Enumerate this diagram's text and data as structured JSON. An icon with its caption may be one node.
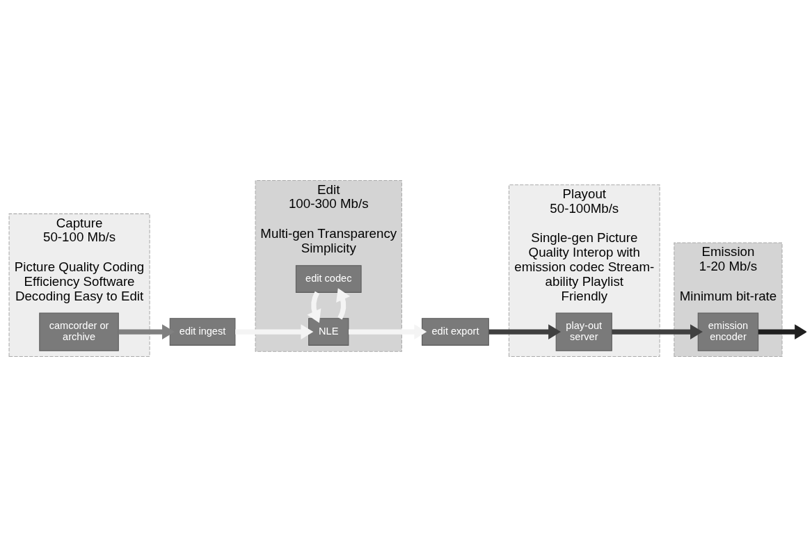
{
  "diagram": {
    "nodes": [
      {
        "text": [
          "Capture",
          "50-100 Mb/s",
          "Picture Quality Coding Efficiency Software Decoding Easy to Edit"
        ]
      },
      {
        "text": [
          "Edit",
          "100-300 Mb/s",
          "Multi-gen Transparency Simplicity"
        ]
      },
      {
        "text": [
          "Playout",
          "50-100Mb/s",
          "Single-gen Picture Quality Interop with emission codec Stream-ability Playlist Friendly"
        ]
      },
      {
        "text": [
          "Emission",
          "1-20 Mb/s",
          "Minimum bit-rate"
        ]
      },
      {
        "text": [
          "camcorder or archive"
        ],
        "in": 0
      },
      {
        "text": [
          "edit ingest"
        ]
      },
      {
        "text": [
          "edit codec"
        ],
        "in": 1
      },
      {
        "text": [
          "NLE"
        ],
        "in": 1
      },
      {
        "text": [
          "edit export"
        ]
      },
      {
        "text": [
          "play-out server"
        ],
        "in": 2
      },
      {
        "text": [
          "emission encoder"
        ],
        "in": 3
      }
    ],
    "edges": [
      {
        "from": 4,
        "to": 5,
        "arrow": "to",
        "color": "#808080"
      },
      {
        "from": 5,
        "to": 7,
        "arrow": "to"
      },
      {
        "from": 7,
        "to": 6,
        "arrow": "to"
      },
      {
        "from": 6,
        "to": 7,
        "arrow": "to"
      },
      {
        "from": 7,
        "to": 8,
        "arrow": "to"
      },
      {
        "from": 8,
        "to": 9,
        "arrow": "to",
        "color": "#404040"
      },
      {
        "from": 9,
        "to": 10,
        "arrow": "to",
        "color": "#404040"
      },
      {
        "from": 10,
        "to": null,
        "arrow": "to",
        "color": "#202020"
      }
    ]
  }
}
